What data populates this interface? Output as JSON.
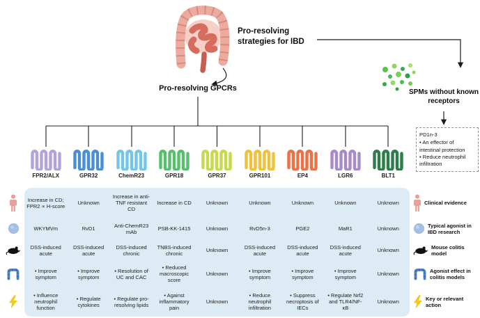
{
  "header": {
    "strategies_title": "Pro-resolving strategies for IBD",
    "gpcrs_title": "Pro-resolving GPCRs",
    "spms_title": "SPMs without known receptors"
  },
  "pd1_box": {
    "title": "PD1n-3",
    "items": [
      "• An effector of intestinal protection",
      "• Reduce neutrophil infiltration"
    ]
  },
  "receptors": [
    {
      "name": "FPR2/ALX",
      "color": "#b2a4d8"
    },
    {
      "name": "GPR32",
      "color": "#4b8ed8"
    },
    {
      "name": "ChemR23",
      "color": "#74c6e8"
    },
    {
      "name": "GPR18",
      "color": "#57c06e"
    },
    {
      "name": "GPR37",
      "color": "#c9d94d"
    },
    {
      "name": "GPR101",
      "color": "#f0c23c"
    },
    {
      "name": "EP4",
      "color": "#ee7146"
    },
    {
      "name": "LGR6",
      "color": "#a78bc9"
    },
    {
      "name": "BLT1",
      "color": "#2c7d4a"
    }
  ],
  "row_labels": [
    {
      "icon": "human-icon",
      "label": "Clinical evidence"
    },
    {
      "icon": "circle-icon",
      "label": "Typical agonist in IBD research"
    },
    {
      "icon": "mouse-icon",
      "label": "Mouse colitis model"
    },
    {
      "icon": "colon-icon",
      "label": "Agonist effect in colitis models"
    },
    {
      "icon": "lightning-icon",
      "label": "Key or relevant action"
    }
  ],
  "table": {
    "rows": [
      [
        "Increase in CD; FPR2 ∝ H-score",
        "Unknown",
        "Increase in anti-TNF resistant CD",
        "Increase in CD",
        "Unknown",
        "Unknown",
        "Unknown",
        "Unknown",
        "Unknown"
      ],
      [
        "WKYMVm",
        "RvD1",
        "Anti-ChemR23 mAb",
        "PSB-KK-1415",
        "Unknown",
        "RvD5n-3",
        "PGE2",
        "MaR1",
        "Unknown"
      ],
      [
        "DSS-induced acute",
        "DSS-induced acute",
        "DSS-induced chronic",
        "TNBS-induced chronic",
        "Unknown",
        "DSS-induced acute",
        "DSS-induced acute",
        "DSS-induced acute",
        "Unknown"
      ],
      [
        "• Improve symptom",
        "• Improve symptom",
        "• Resolution of UC and CAC",
        "• Reduced macroscopic score",
        "Unknown",
        "• Improve symptom",
        "• Improve symptom",
        "• Improve symptom",
        "Unknown"
      ],
      [
        "• Influence neutrophil function",
        "• Regulate cytokines",
        "• Regulate pro-resolving lipids",
        "• Against inflammatory pain",
        "Unknown",
        "• Reduce neutrophil infiltration",
        "• Suppress necroptosis of IECs",
        "• Regulate Nrf2 and TLR4/NF-κB",
        "Unknown"
      ]
    ]
  },
  "colors": {
    "table_bg": "#dcebf4",
    "line": "#1c1c1c",
    "spm_green": "#52b848",
    "intestine_pink": "#ecab9f"
  }
}
